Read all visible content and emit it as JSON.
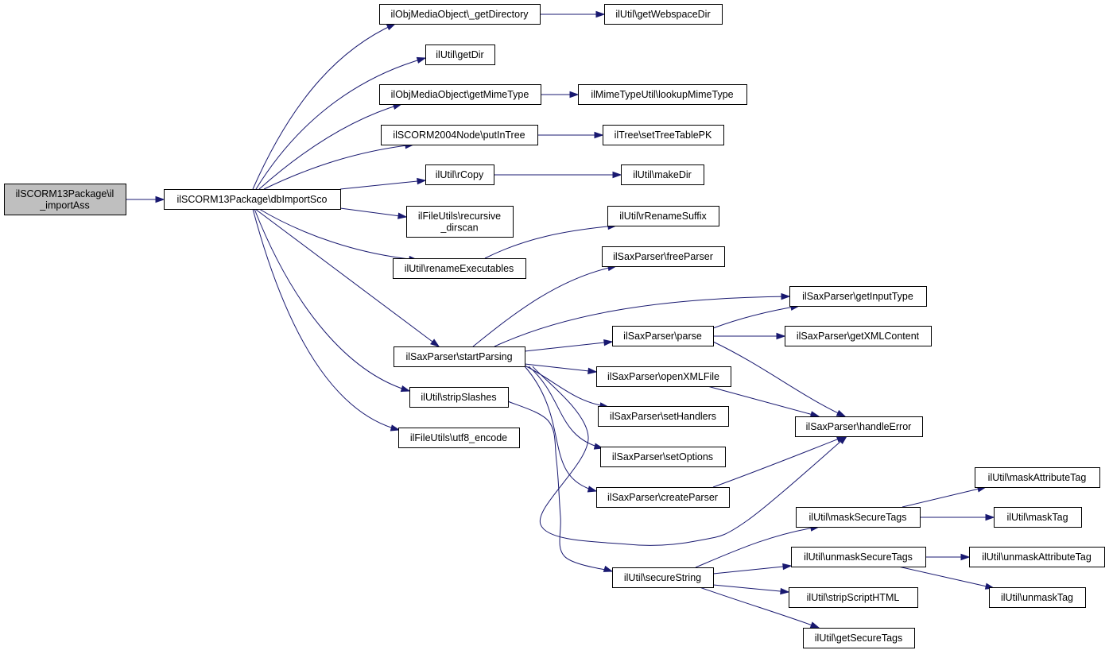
{
  "diagram": {
    "nodes": [
      {
        "id": "root",
        "lines": [
          "ilSCORM13Package\\il",
          "_importAss"
        ],
        "root": true
      },
      {
        "id": "dbImportSco",
        "lines": [
          "ilSCORM13Package\\dbImportSco"
        ]
      },
      {
        "id": "getDirectory",
        "lines": [
          "ilObjMediaObject\\_getDirectory"
        ]
      },
      {
        "id": "getWebspaceDir",
        "lines": [
          "ilUtil\\getWebspaceDir"
        ]
      },
      {
        "id": "getDir",
        "lines": [
          "ilUtil\\getDir"
        ]
      },
      {
        "id": "getMimeType",
        "lines": [
          "ilObjMediaObject\\getMimeType"
        ]
      },
      {
        "id": "lookupMimeType",
        "lines": [
          "ilMimeTypeUtil\\lookupMimeType"
        ]
      },
      {
        "id": "putInTree",
        "lines": [
          "ilSCORM2004Node\\putInTree"
        ]
      },
      {
        "id": "setTreeTablePK",
        "lines": [
          "ilTree\\setTreeTablePK"
        ]
      },
      {
        "id": "rCopy",
        "lines": [
          "ilUtil\\rCopy"
        ]
      },
      {
        "id": "makeDir",
        "lines": [
          "ilUtil\\makeDir"
        ]
      },
      {
        "id": "recursive_dirscan",
        "lines": [
          "ilFileUtils\\recursive",
          "_dirscan"
        ]
      },
      {
        "id": "rRenameSuffix",
        "lines": [
          "ilUtil\\rRenameSuffix"
        ]
      },
      {
        "id": "renameExecutables",
        "lines": [
          "ilUtil\\renameExecutables"
        ]
      },
      {
        "id": "freeParser",
        "lines": [
          "ilSaxParser\\freeParser"
        ]
      },
      {
        "id": "getInputType",
        "lines": [
          "ilSaxParser\\getInputType"
        ]
      },
      {
        "id": "parse",
        "lines": [
          "ilSaxParser\\parse"
        ]
      },
      {
        "id": "getXMLContent",
        "lines": [
          "ilSaxParser\\getXMLContent"
        ]
      },
      {
        "id": "startParsing",
        "lines": [
          "ilSaxParser\\startParsing"
        ]
      },
      {
        "id": "openXMLFile",
        "lines": [
          "ilSaxParser\\openXMLFile"
        ]
      },
      {
        "id": "stripSlashes",
        "lines": [
          "ilUtil\\stripSlashes"
        ]
      },
      {
        "id": "setHandlers",
        "lines": [
          "ilSaxParser\\setHandlers"
        ]
      },
      {
        "id": "handleError",
        "lines": [
          "ilSaxParser\\handleError"
        ]
      },
      {
        "id": "utf8_encode",
        "lines": [
          "ilFileUtils\\utf8_encode"
        ]
      },
      {
        "id": "setOptions",
        "lines": [
          "ilSaxParser\\setOptions"
        ]
      },
      {
        "id": "maskAttributeTag",
        "lines": [
          "ilUtil\\maskAttributeTag"
        ]
      },
      {
        "id": "createParser",
        "lines": [
          "ilSaxParser\\createParser"
        ]
      },
      {
        "id": "maskSecureTags",
        "lines": [
          "ilUtil\\maskSecureTags"
        ]
      },
      {
        "id": "maskTag",
        "lines": [
          "ilUtil\\maskTag"
        ]
      },
      {
        "id": "unmaskSecureTags",
        "lines": [
          "ilUtil\\unmaskSecureTags"
        ]
      },
      {
        "id": "unmaskAttributeTag",
        "lines": [
          "ilUtil\\unmaskAttributeTag"
        ]
      },
      {
        "id": "secureString",
        "lines": [
          "ilUtil\\secureString"
        ]
      },
      {
        "id": "stripScriptHTML",
        "lines": [
          "ilUtil\\stripScriptHTML"
        ]
      },
      {
        "id": "unmaskTag",
        "lines": [
          "ilUtil\\unmaskTag"
        ]
      },
      {
        "id": "getSecureTags",
        "lines": [
          "ilUtil\\getSecureTags"
        ]
      }
    ],
    "edges": [
      {
        "from": "root",
        "to": "dbImportSco"
      },
      {
        "from": "dbImportSco",
        "to": "getDirectory"
      },
      {
        "from": "dbImportSco",
        "to": "getDir"
      },
      {
        "from": "dbImportSco",
        "to": "getMimeType"
      },
      {
        "from": "dbImportSco",
        "to": "putInTree"
      },
      {
        "from": "dbImportSco",
        "to": "rCopy"
      },
      {
        "from": "dbImportSco",
        "to": "recursive_dirscan"
      },
      {
        "from": "dbImportSco",
        "to": "renameExecutables"
      },
      {
        "from": "dbImportSco",
        "to": "startParsing"
      },
      {
        "from": "dbImportSco",
        "to": "stripSlashes"
      },
      {
        "from": "dbImportSco",
        "to": "utf8_encode"
      },
      {
        "from": "getDirectory",
        "to": "getWebspaceDir"
      },
      {
        "from": "getMimeType",
        "to": "lookupMimeType"
      },
      {
        "from": "putInTree",
        "to": "setTreeTablePK"
      },
      {
        "from": "rCopy",
        "to": "makeDir"
      },
      {
        "from": "renameExecutables",
        "to": "rRenameSuffix"
      },
      {
        "from": "startParsing",
        "to": "freeParser"
      },
      {
        "from": "startParsing",
        "to": "getInputType"
      },
      {
        "from": "startParsing",
        "to": "parse"
      },
      {
        "from": "startParsing",
        "to": "openXMLFile"
      },
      {
        "from": "startParsing",
        "to": "setHandlers"
      },
      {
        "from": "startParsing",
        "to": "setOptions"
      },
      {
        "from": "startParsing",
        "to": "createParser"
      },
      {
        "from": "startParsing",
        "to": "handleError"
      },
      {
        "from": "parse",
        "to": "getInputType"
      },
      {
        "from": "parse",
        "to": "getXMLContent"
      },
      {
        "from": "parse",
        "to": "handleError"
      },
      {
        "from": "openXMLFile",
        "to": "handleError"
      },
      {
        "from": "createParser",
        "to": "handleError"
      },
      {
        "from": "stripSlashes",
        "to": "secureString"
      },
      {
        "from": "secureString",
        "to": "maskSecureTags"
      },
      {
        "from": "secureString",
        "to": "unmaskSecureTags"
      },
      {
        "from": "secureString",
        "to": "stripScriptHTML"
      },
      {
        "from": "secureString",
        "to": "getSecureTags"
      },
      {
        "from": "maskSecureTags",
        "to": "maskAttributeTag"
      },
      {
        "from": "maskSecureTags",
        "to": "maskTag"
      },
      {
        "from": "unmaskSecureTags",
        "to": "unmaskAttributeTag"
      },
      {
        "from": "unmaskSecureTags",
        "to": "unmaskTag"
      }
    ]
  }
}
